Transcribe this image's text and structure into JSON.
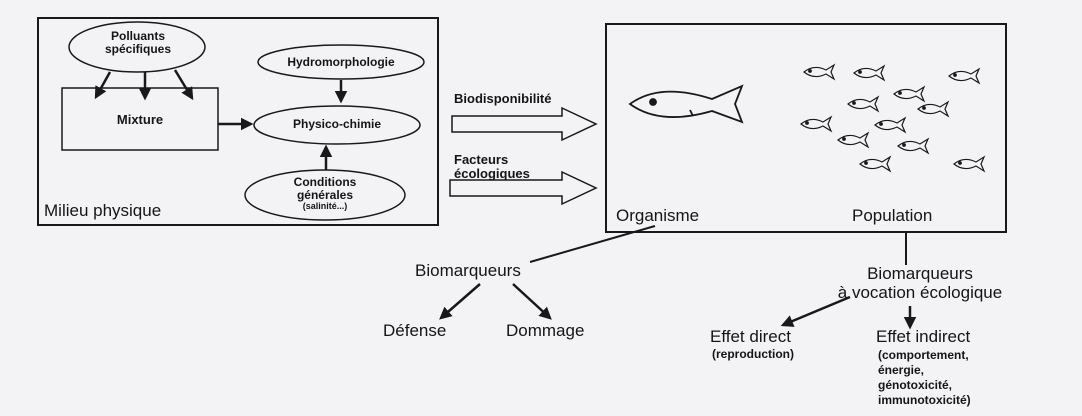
{
  "left_panel": {
    "caption": "Milieu physique",
    "polluants": [
      "Polluants",
      "spécifiques"
    ],
    "hydromorphologie": "Hydromorphologie",
    "mixture": "Mixture",
    "physico_chimie": "Physico-chimie",
    "conditions": [
      "Conditions",
      "générales",
      "(salinité...)"
    ]
  },
  "arrows": {
    "biodisponibilite": "Biodisponibilité",
    "facteurs": [
      "Facteurs",
      "écologiques"
    ]
  },
  "right_panel": {
    "organisme": "Organisme",
    "population": "Population"
  },
  "bottom": {
    "biomarqueurs": "Biomarqueurs",
    "defense": "Défense",
    "dommage": "Dommage",
    "biomarqueurs_eco": [
      "Biomarqueurs",
      "à vocation écologique"
    ],
    "effet_direct": "Effet direct",
    "effet_direct_detail": "(reproduction)",
    "effet_indirect": "Effet indirect",
    "effet_indirect_detail": [
      "(comportement,",
      "énergie,",
      "génotoxicité,",
      "immunotoxicité)"
    ]
  }
}
